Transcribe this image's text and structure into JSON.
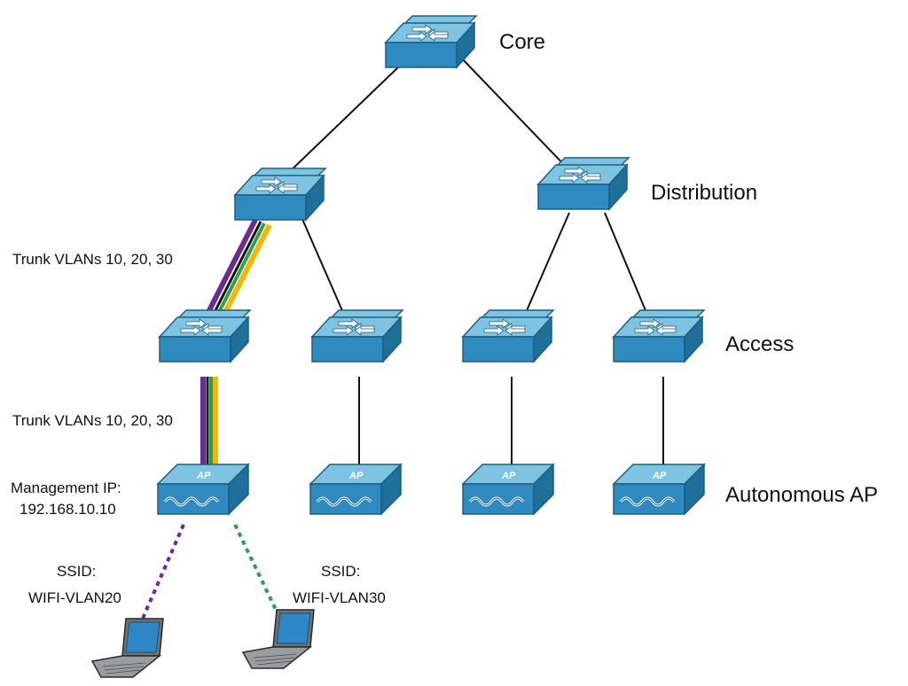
{
  "colors": {
    "vlan10": "#f2b705",
    "vlan20": "#6a2c91",
    "vlan30": "#2e9e4f",
    "device": "#2f8bbf"
  },
  "tiers": {
    "core": "Core",
    "distribution": "Distribution",
    "access": "Access",
    "autonomous_ap": "Autonomous AP"
  },
  "labels": {
    "trunk_upper": "Trunk VLANs 10, 20, 30",
    "trunk_lower": "Trunk  VLANs 10, 20, 30",
    "mgmt_ip_label": "Management IP:",
    "mgmt_ip_value": "192.168.10.10",
    "ssid_left_label": "SSID:",
    "ssid_left_value": "WIFI-VLAN20",
    "ssid_right_label": "SSID:",
    "ssid_right_value": "WIFI-VLAN30",
    "ap_text": "AP"
  },
  "icons": {
    "switch": "multilayer-switch-icon",
    "access_point": "access-point-icon",
    "laptop": "laptop-icon"
  }
}
